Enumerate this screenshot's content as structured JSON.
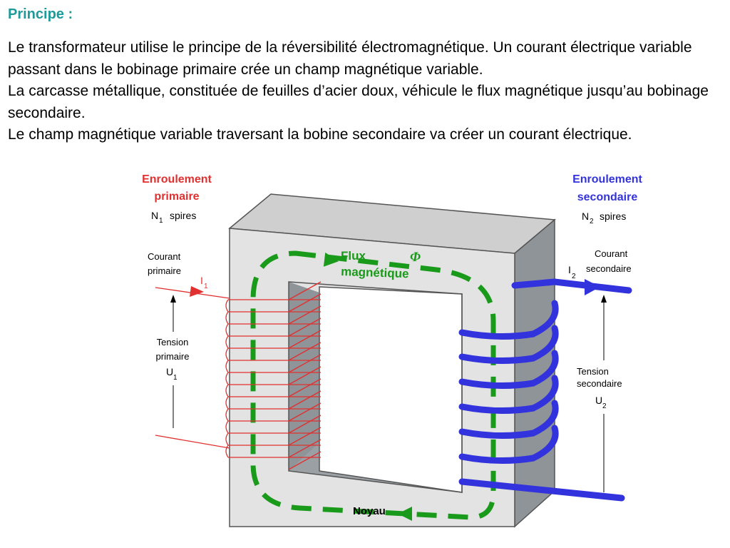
{
  "heading": "Principe :",
  "paragraphs": [
    "Le transformateur utilise le principe de la réversibilité électromagnétique. Un courant électrique variable passant dans le bobinage primaire crée un champ magnétique variable.",
    "La carcasse métallique, constituée de feuilles d’acier doux, véhicule le flux magnétique jusqu’au bobinage secondaire.",
    "Le champ magnétique variable traversant la bobine secondaire va créer un courant électrique."
  ],
  "diagram": {
    "primary_winding": {
      "title_line1": "Enroulement",
      "title_line2": "primaire",
      "turns_letter": "N",
      "turns_sub": "1",
      "turns_label": "spires"
    },
    "secondary_winding": {
      "title_line1": "Enroulement",
      "title_line2": "secondaire",
      "turns_letter": "N",
      "turns_sub": "2",
      "turns_label": "spires"
    },
    "primary_current": {
      "line1": "Courant",
      "line2": "primaire",
      "symbol": "I",
      "sub": "1"
    },
    "secondary_current": {
      "line1": "Courant",
      "line2": "secondaire",
      "symbol": "I",
      "sub": "2"
    },
    "primary_voltage": {
      "line1": "Tension",
      "line2": "primaire",
      "symbol": "U",
      "sub": "1"
    },
    "secondary_voltage": {
      "line1": "Tension",
      "line2": "secondaire",
      "symbol": "U",
      "sub": "2"
    },
    "flux": {
      "line1": "Flux",
      "line2": "magnétique",
      "symbol": "Φ"
    },
    "core_label": "Noyau",
    "colors": {
      "primary": "#e03030",
      "secondary": "#3333dd",
      "flux": "#1a9a1a",
      "heading": "#1f9a9a"
    }
  }
}
